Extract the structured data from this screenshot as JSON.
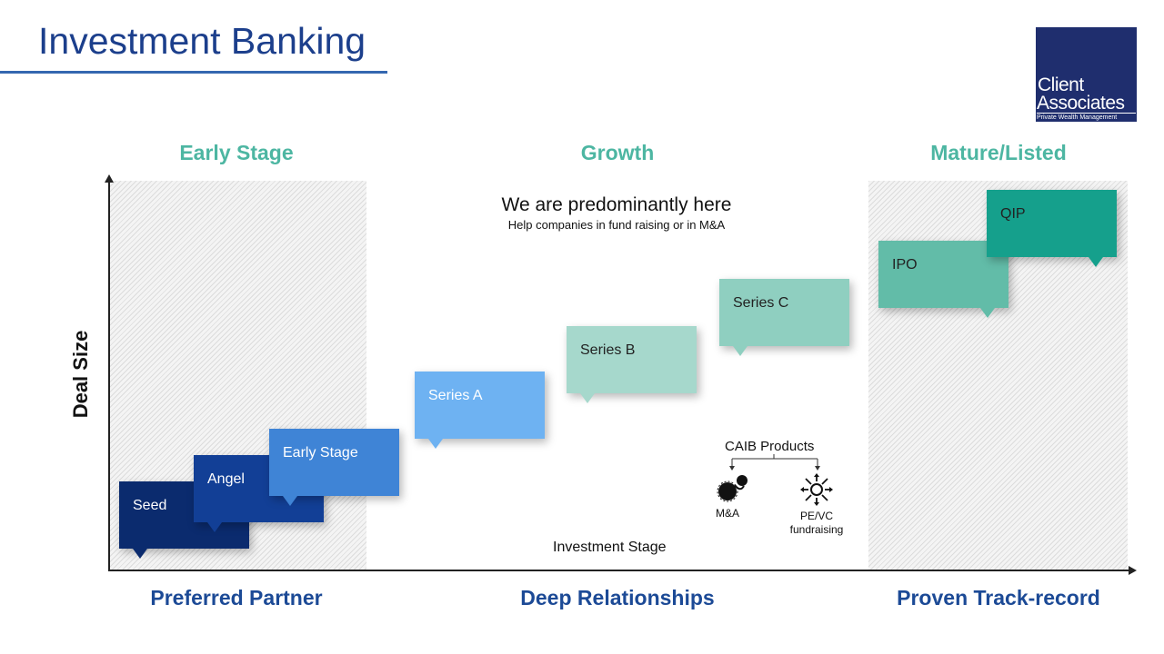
{
  "title": "Investment Banking",
  "logo": {
    "line1": "Client",
    "line2": "Associates",
    "tagline": "Private Wealth Management",
    "color": "#1f2e6e"
  },
  "stages": [
    {
      "name": "Early Stage",
      "footer": "Preferred Partner"
    },
    {
      "name": "Growth",
      "footer": "Deep Relationships"
    },
    {
      "name": "Mature/Listed",
      "footer": "Proven Track-record"
    }
  ],
  "axes": {
    "y": "Deal Size",
    "x": "Investment Stage"
  },
  "note": {
    "main": "We are predominantly here",
    "sub": "Help companies in fund raising or in M&A"
  },
  "rounds": [
    {
      "label": "Seed",
      "color": "#0b2b6e",
      "text_color": "#ffffff"
    },
    {
      "label": "Angel",
      "color": "#123f96",
      "text_color": "#ffffff"
    },
    {
      "label": "Early Stage",
      "color": "#3f84d6",
      "text_color": "#ffffff"
    },
    {
      "label": "Series A",
      "color": "#6eb2f2",
      "text_color": "#ffffff"
    },
    {
      "label": "Series B",
      "color": "#a6d8cc",
      "text_color": "#222222"
    },
    {
      "label": "Series C",
      "color": "#8fcfc0",
      "text_color": "#222222"
    },
    {
      "label": "IPO",
      "color": "#62bca8",
      "text_color": "#222222"
    },
    {
      "label": "QIP",
      "color": "#15a08c",
      "text_color": "#222222"
    }
  ],
  "products": {
    "title": "CAIB Products",
    "items": [
      {
        "label": "M&A",
        "icon": "merger-icon"
      },
      {
        "label_line1": "PE/VC",
        "label_line2": "fundraising",
        "icon": "fundraising-icon"
      }
    ]
  },
  "colors": {
    "stage_heading": "#4db6a2",
    "footer": "#1c4a96",
    "title": "#1c3f8c"
  }
}
